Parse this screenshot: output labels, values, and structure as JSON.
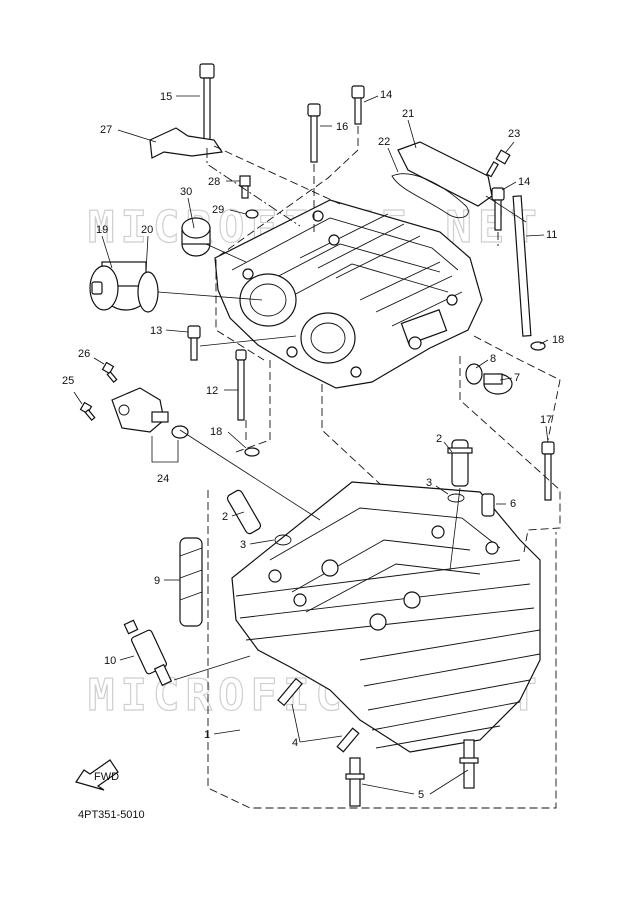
{
  "diagram": {
    "part_code": "4PT351-5010",
    "fwd_label": "FWD",
    "watermark": "MICROFICHE.NET",
    "callouts": [
      {
        "id": "c1",
        "label": "1"
      },
      {
        "id": "c2a",
        "label": "2"
      },
      {
        "id": "c2b",
        "label": "2"
      },
      {
        "id": "c3a",
        "label": "3"
      },
      {
        "id": "c3b",
        "label": "3"
      },
      {
        "id": "c4",
        "label": "4"
      },
      {
        "id": "c5",
        "label": "5"
      },
      {
        "id": "c6",
        "label": "6"
      },
      {
        "id": "c7",
        "label": "7"
      },
      {
        "id": "c8",
        "label": "8"
      },
      {
        "id": "c9",
        "label": "9"
      },
      {
        "id": "c10",
        "label": "10"
      },
      {
        "id": "c11",
        "label": "11"
      },
      {
        "id": "c12",
        "label": "12"
      },
      {
        "id": "c13",
        "label": "13"
      },
      {
        "id": "c14a",
        "label": "14"
      },
      {
        "id": "c14b",
        "label": "14"
      },
      {
        "id": "c15",
        "label": "15"
      },
      {
        "id": "c16",
        "label": "16"
      },
      {
        "id": "c17",
        "label": "17"
      },
      {
        "id": "c18a",
        "label": "18"
      },
      {
        "id": "c18b",
        "label": "18"
      },
      {
        "id": "c19",
        "label": "19"
      },
      {
        "id": "c20",
        "label": "20"
      },
      {
        "id": "c21",
        "label": "21"
      },
      {
        "id": "c22",
        "label": "22"
      },
      {
        "id": "c23",
        "label": "23"
      },
      {
        "id": "c24",
        "label": "24"
      },
      {
        "id": "c25",
        "label": "25"
      },
      {
        "id": "c26",
        "label": "26"
      },
      {
        "id": "c27",
        "label": "27"
      },
      {
        "id": "c28",
        "label": "28"
      },
      {
        "id": "c29",
        "label": "29"
      },
      {
        "id": "c30",
        "label": "30"
      }
    ]
  }
}
